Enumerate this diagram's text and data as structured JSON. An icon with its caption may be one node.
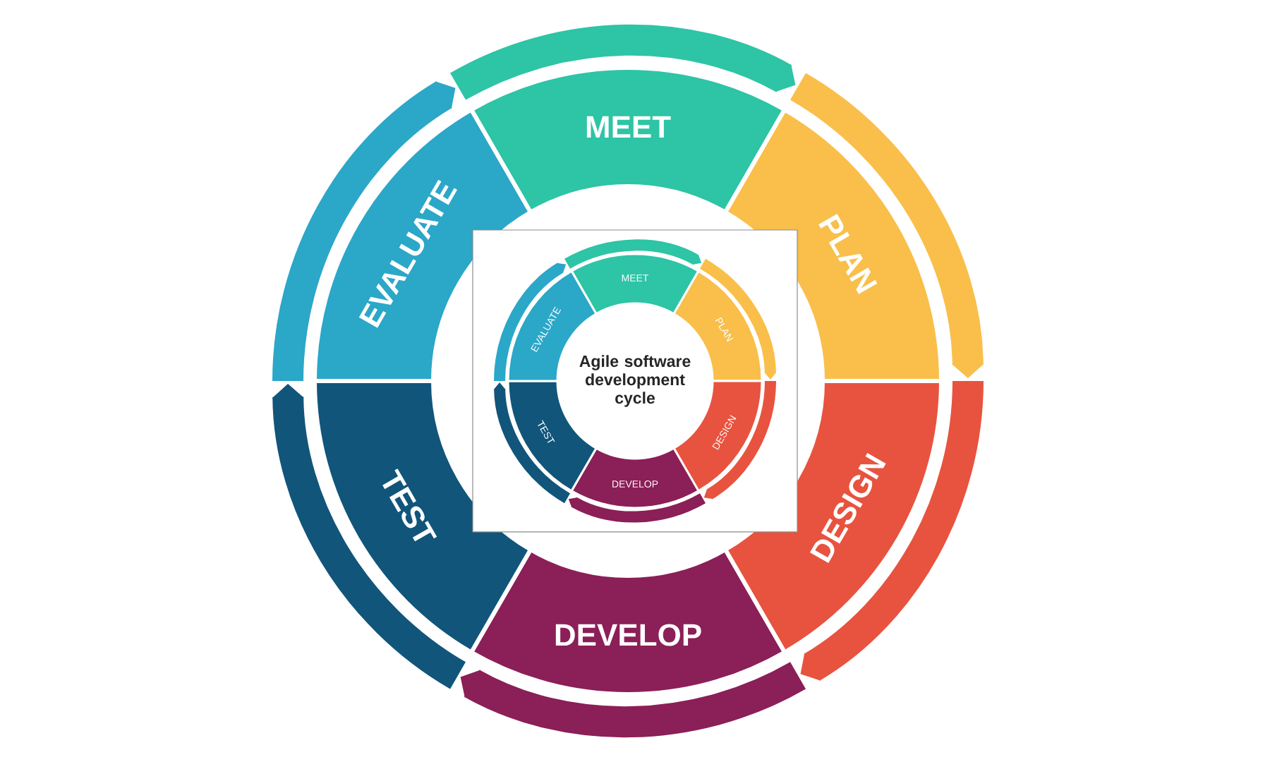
{
  "diagram": {
    "nodes": [
      {
        "text": [
          "MEET"
        ]
      },
      {
        "text": [
          "PLAN"
        ]
      },
      {
        "text": [
          "DESIGN"
        ]
      },
      {
        "text": [
          "DEVELOP"
        ]
      },
      {
        "text": [
          "TEST"
        ]
      },
      {
        "text": [
          "EVALUATE"
        ]
      },
      {
        "text": [],
        "shape": "box"
      },
      {
        "text": [
          "Agile software development cycle"
        ],
        "in": 6
      },
      {
        "text": [
          "MEET"
        ],
        "in": 6
      },
      {
        "text": [
          "PLAN"
        ],
        "in": 6
      },
      {
        "text": [
          "DESIGN"
        ],
        "in": 6
      },
      {
        "text": [
          "DEVELOP"
        ],
        "in": 6
      },
      {
        "text": [
          "TEST"
        ],
        "in": 6
      },
      {
        "text": [
          "EVALUATE"
        ],
        "in": 6
      }
    ],
    "edges": [
      {
        "from": 5,
        "to": 0,
        "arrow": "to",
        "style": "thick",
        "color": "#2ec4a6"
      },
      {
        "from": 0,
        "to": 1,
        "arrow": "to",
        "style": "thick",
        "color": "#f9bf4a"
      },
      {
        "from": 1,
        "to": 2,
        "arrow": "to",
        "style": "thick",
        "color": "#e8533f"
      },
      {
        "from": 2,
        "to": 3,
        "arrow": "to",
        "style": "thick",
        "color": "#8b1f57"
      },
      {
        "from": 3,
        "to": 4,
        "arrow": "to",
        "style": "thick",
        "color": "#11557a"
      },
      {
        "from": 4,
        "to": 5,
        "arrow": "to",
        "style": "thick",
        "color": "#2ba7c8"
      },
      {
        "from": 13,
        "to": 8,
        "arrow": "to",
        "color": "#2ec4a6"
      },
      {
        "from": 8,
        "to": 9,
        "arrow": "to",
        "color": "#f9bf4a"
      },
      {
        "from": 9,
        "to": 10,
        "arrow": "to",
        "color": "#e8533f"
      },
      {
        "from": 10,
        "to": 11,
        "arrow": "to",
        "color": "#8b1f57"
      },
      {
        "from": 11,
        "to": 12,
        "arrow": "to",
        "color": "#11557a"
      },
      {
        "from": 12,
        "to": 13,
        "arrow": "to",
        "color": "#2ba7c8"
      }
    ]
  }
}
